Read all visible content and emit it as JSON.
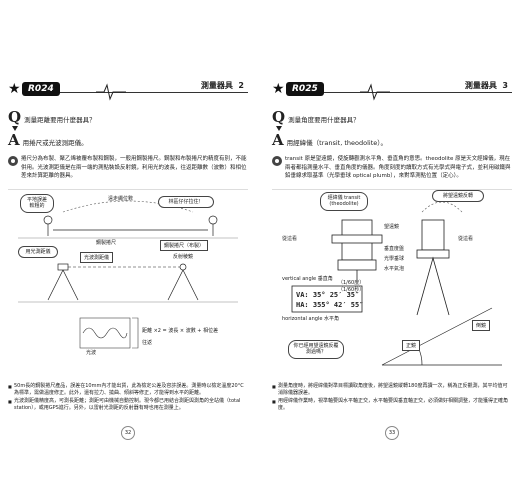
{
  "left": {
    "tag": "R024",
    "section": "測量器具",
    "section_num": "2",
    "question": "測量距離要用什麼器具？",
    "answer": "用捲尺或光波測距儀。",
    "explanation": "捲尺分為布製、聚乙烯被覆布製和鋼製，一般用鋼製捲尺。鋼製和布製捲尺的精度有別，不能併用。光波測距儀是在兩一端的測點裝設反射鏡，利用光的波長，往返距離數（波數）和相位差來計算距離的器具。",
    "figure": {
      "bubble_left": "平地誤差較粗的",
      "bubble_right": "林區仔仔拉住！",
      "label_top": "遠走繩位數",
      "label_tape": "鋼製捲尺",
      "label_tape2": "鋼製捲尺（布製）",
      "label_edm": "用光測距儀",
      "label_edm2": "光波測距儀",
      "label_reflector": "反射稜鏡",
      "label_wave": "光波",
      "label_formula": "距離 ×2 = 波長 × 波數 + 相位差",
      "label_phase": "往返"
    },
    "notes": [
      "50m長的鋼製捲尺產品，誤差在10mm內才能出貨，此為檢定公差及容許誤差。測量時以檢定溫度20°C為標準，需做溫度修正。此外，還有拉力、撓曲、傾斜等修正，才能得到水平的距離。",
      "光波測距儀精度高，可測長距離；測距可由機械自動控制。現今都已用結合測距與測角的全站儀（total station），或用GPS進行。另外，以雷射光測距的反射器有時也用在測量上。"
    ],
    "page_no": "32"
  },
  "right": {
    "tag": "R025",
    "section": "測量器具",
    "section_num": "3",
    "question": "測量角度要用什麼器具？",
    "answer": "用經緯儀（transit, theodolite）。",
    "explanation": "transit 原是望遠鏡，使旋轉觀測水平角、垂直角的意思。theodolite 原是天文經緯儀，現在兩者都指測量水平、垂直角度的儀器。角度刻度的讀取方式有光學式與電子式，並利用磁鐵與鉛垂線求取基準（光學垂球 optical plumb），來對準測點位置（定心）。",
    "figure": {
      "bubble_transit": "經緯儀 transit (theodolite)",
      "bubble_pan": "將望遠鏡反轉",
      "label_telescope": "望遠鏡",
      "label_eyepiece": "從這看",
      "label_eyepiece2": "從這看",
      "label_plate": "垂直度盤",
      "label_optical": "光學垂球",
      "label_level": "水平氣泡",
      "label_vertical": "vertical angle 垂直角",
      "label_va": "VA: 35° 25′ 35″",
      "label_ha": "HA: 355° 42′ 55″",
      "label_horizontal": "horizontal angle 水平角",
      "label_bubble_q": "你已經用望遠鏡反覆測過嗎？",
      "label_forward": "正鏡",
      "label_reverse": "倒鏡",
      "label_center": "（1/60度）",
      "label_center2": "（1/60秒）"
    },
    "notes": [
      "測量角度時，將經緯儀對準目標讀取角度後，將望遠鏡縱轉180度再讀一次，稱為正反觀測，其平均值可消除儀器誤差。",
      "用經緯儀作業時，視準軸要與水平軸正交，水平軸要與垂直軸正交，必須做好相關調整，才能獲得正確角度。"
    ],
    "page_no": "33"
  }
}
